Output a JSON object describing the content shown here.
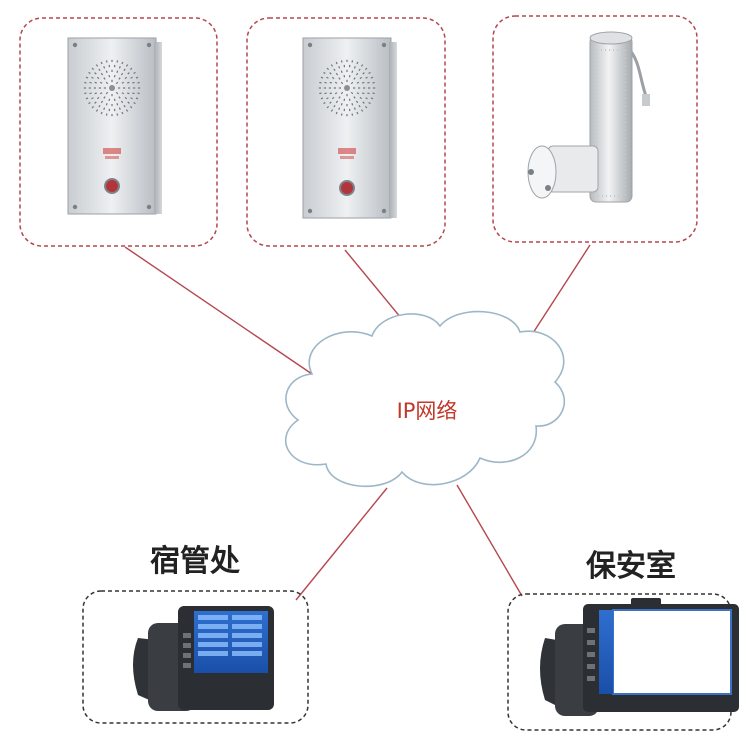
{
  "network": {
    "label": "IP网络"
  },
  "stations": [
    {
      "label": "宿管处"
    },
    {
      "label": "保安室"
    }
  ],
  "colors": {
    "link": "#b5474d",
    "dashed_red": "#b5474d",
    "dashed_dark": "#333333",
    "cloud_fill": "#ffffff",
    "cloud_stroke": "#9db7c8",
    "network_text": "#c0392b",
    "station_text": "#222222"
  },
  "icons": [
    "intercom-panel-icon",
    "intercom-panel-icon",
    "column-speaker-icon",
    "desk-phone-icon",
    "desk-phone-icon"
  ]
}
